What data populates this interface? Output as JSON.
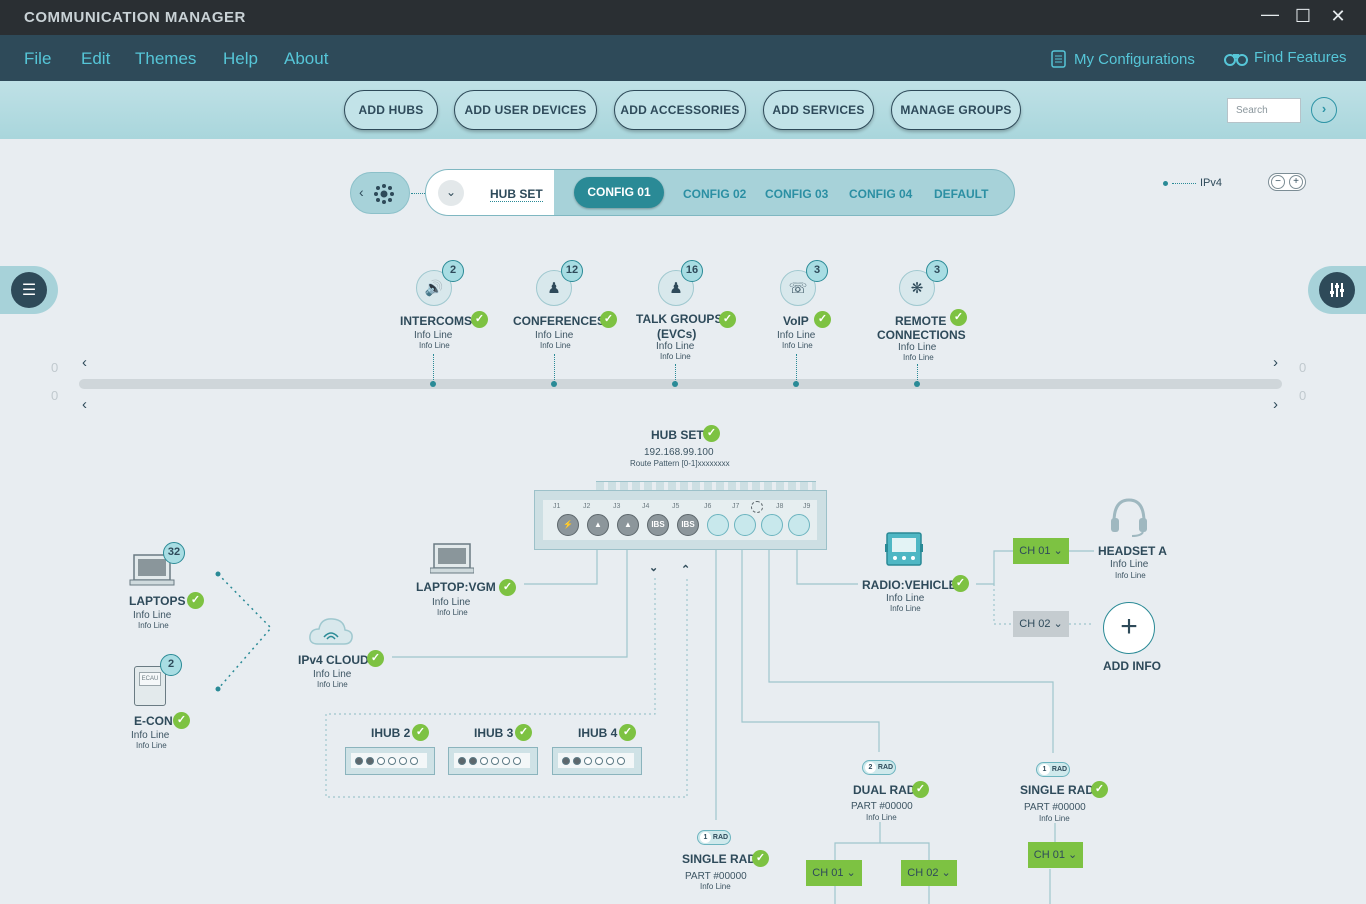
{
  "app": {
    "title": "COMMUNICATION MANAGER"
  },
  "menu": {
    "items": [
      "File",
      "Edit",
      "Themes",
      "Help",
      "About"
    ],
    "my_configurations": "My Configurations",
    "find_features": "Find Features"
  },
  "toolbar": {
    "buttons": [
      "ADD HUBS",
      "ADD USER DEVICES",
      "ADD ACCESSORIES",
      "ADD SERVICES",
      "MANAGE GROUPS"
    ],
    "search_placeholder": "Search"
  },
  "config": {
    "hub_set": "HUB SET",
    "tabs": [
      "CONFIG 01",
      "CONFIG 02",
      "CONFIG 03",
      "CONFIG 04",
      "DEFAULT"
    ],
    "active": "CONFIG 01"
  },
  "legend": {
    "ipv4": "IPv4"
  },
  "scroll": {
    "left_top": "0",
    "left_bottom": "0",
    "right_top": "0",
    "right_bottom": "0"
  },
  "services": [
    {
      "name": "INTERCOMS",
      "count": "2",
      "info": "Info Line",
      "info2": "Info Line",
      "icon": "speaker-icon"
    },
    {
      "name": "CONFERENCES",
      "count": "12",
      "info": "Info Line",
      "info2": "Info Line",
      "icon": "group-icon"
    },
    {
      "name": "TALK GROUPS",
      "name2": "(EVCs)",
      "count": "16",
      "info": "Info Line",
      "info2": "Info Line",
      "icon": "talk-group-icon"
    },
    {
      "name": "VoIP",
      "count": "3",
      "info": "Info Line",
      "info2": "Info Line",
      "icon": "voip-icon"
    },
    {
      "name": "REMOTE",
      "name2": "CONNECTIONS",
      "count": "3",
      "info": "Info Line",
      "info2": "Info Line",
      "icon": "network-icon"
    }
  ],
  "hub": {
    "name": "HUB SET",
    "ip": "192.168.99.100",
    "route": "Route Pattern [0-1]xxxxxxxx",
    "jacks": [
      "J1",
      "J2",
      "J3",
      "J4",
      "J5",
      "J6",
      "J7",
      "J8",
      "J9"
    ],
    "port_labels": [
      "IBS",
      "IBS"
    ]
  },
  "devices": {
    "laptops": {
      "name": "LAPTOPS",
      "count": "32",
      "info": "Info Line",
      "info2": "Info Line"
    },
    "econ": {
      "name": "E-CON",
      "count": "2",
      "info": "Info Line",
      "info2": "Info Line",
      "screen": "ECAU"
    },
    "laptop_vgm": {
      "name": "LAPTOP:VGM",
      "info": "Info Line",
      "info2": "Info Line"
    },
    "ipv4_cloud": {
      "name": "IPv4 CLOUD",
      "info": "Info Line",
      "info2": "Info Line"
    },
    "radio_vehicle": {
      "name": "RADIO:VEHICLE",
      "info": "Info Line",
      "info2": "Info Line"
    },
    "headset_a": {
      "name": "HEADSET A",
      "info": "Info Line",
      "info2": "Info Line"
    },
    "add_info": {
      "name": "ADD INFO"
    }
  },
  "ihubs": [
    "IHUB 2",
    "IHUB 3",
    "IHUB 4"
  ],
  "channels": {
    "ch01": "CH 01",
    "ch02": "CH 02"
  },
  "rads": {
    "dual": {
      "name": "DUAL RAD",
      "count": "2",
      "tag": "RAD",
      "part": "PART #00000",
      "info": "Info Line"
    },
    "single_right": {
      "name": "SINGLE RAD",
      "count": "1",
      "tag": "RAD",
      "part": "PART #00000",
      "info": "Info Line"
    },
    "single_mid": {
      "name": "SINGLE RAD",
      "count": "1",
      "tag": "RAD",
      "part": "PART #00000",
      "info": "Info Line"
    }
  },
  "colors": {
    "accent": "#2a8a96",
    "check": "#7dc242",
    "menu_bg": "#2e4a59",
    "title_bg": "#2a2f33",
    "toolbar_bg": "#a9d6dc"
  }
}
